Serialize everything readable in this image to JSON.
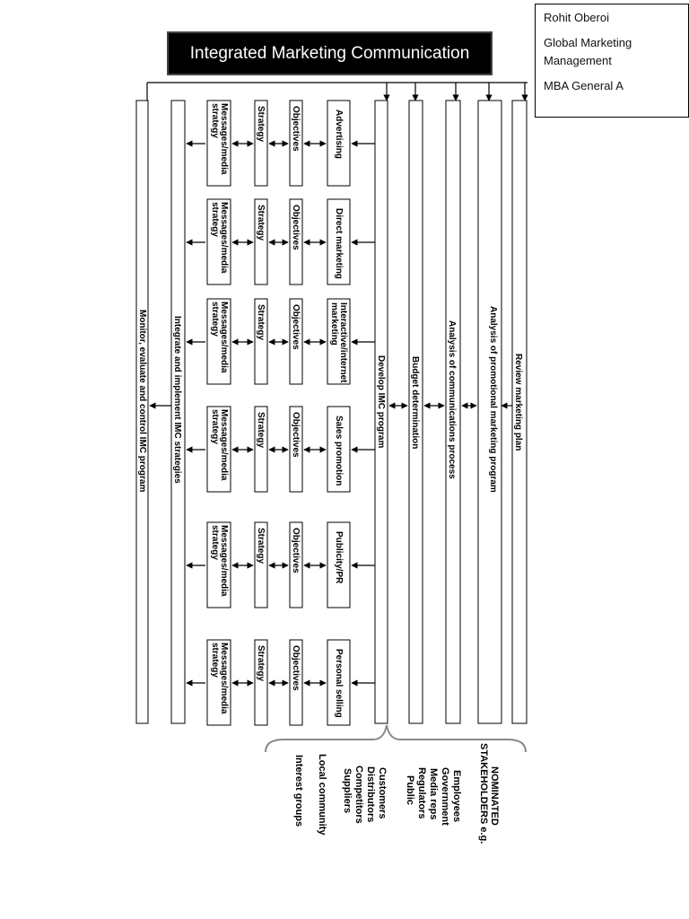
{
  "title": "Integrated Marketing Communication",
  "author": {
    "name": "Rohit Oberoi",
    "course_line1": "Global Marketing",
    "course_line2": "Management",
    "program": "MBA General A"
  },
  "columns": {
    "review": "Review marketing plan",
    "analysis_promo": "Analysis of promotional marketing program",
    "analysis_comm": "Analysis of communications process",
    "budget": "Budget determination",
    "develop": "Develop IMC program",
    "integrate": "Integrate and implement IMC strategies",
    "monitor": "Monitor, evaluate and control IMC program"
  },
  "rows": [
    {
      "element": "Advertising",
      "objectives": "Objectives",
      "strategy": "Strategy",
      "messages1": "Messages/media",
      "messages2": "strategy"
    },
    {
      "element": "Direct marketing",
      "objectives": "Objectives",
      "strategy": "Strategy",
      "messages1": "Messages/media",
      "messages2": "strategy"
    },
    {
      "element": "Interactive/internet",
      "element2": "marketing",
      "objectives": "Objectives",
      "strategy": "Strategy",
      "messages1": "Messages/media",
      "messages2": "strategy"
    },
    {
      "element": "Sales promotion",
      "objectives": "Objectives",
      "strategy": "Strategy",
      "messages1": "Messages/media",
      "messages2": "strategy"
    },
    {
      "element": "Publicity/PR",
      "objectives": "Objectives",
      "strategy": "Strategy",
      "messages1": "Messages/media",
      "messages2": "strategy"
    },
    {
      "element": "Personal selling",
      "objectives": "Objectives",
      "strategy": "Strategy",
      "messages1": "Messages/media",
      "messages2": "strategy"
    }
  ],
  "stakeholders": {
    "heading1": "NOMINATED",
    "heading2": "STAKEHOLDERS e.g.",
    "items": [
      "Employees",
      "Government",
      "Media reps",
      "Regulators",
      "Public",
      "Customers",
      "Distributors",
      "Competitors",
      "Suppliers",
      "Local community",
      "Interest groups"
    ]
  }
}
